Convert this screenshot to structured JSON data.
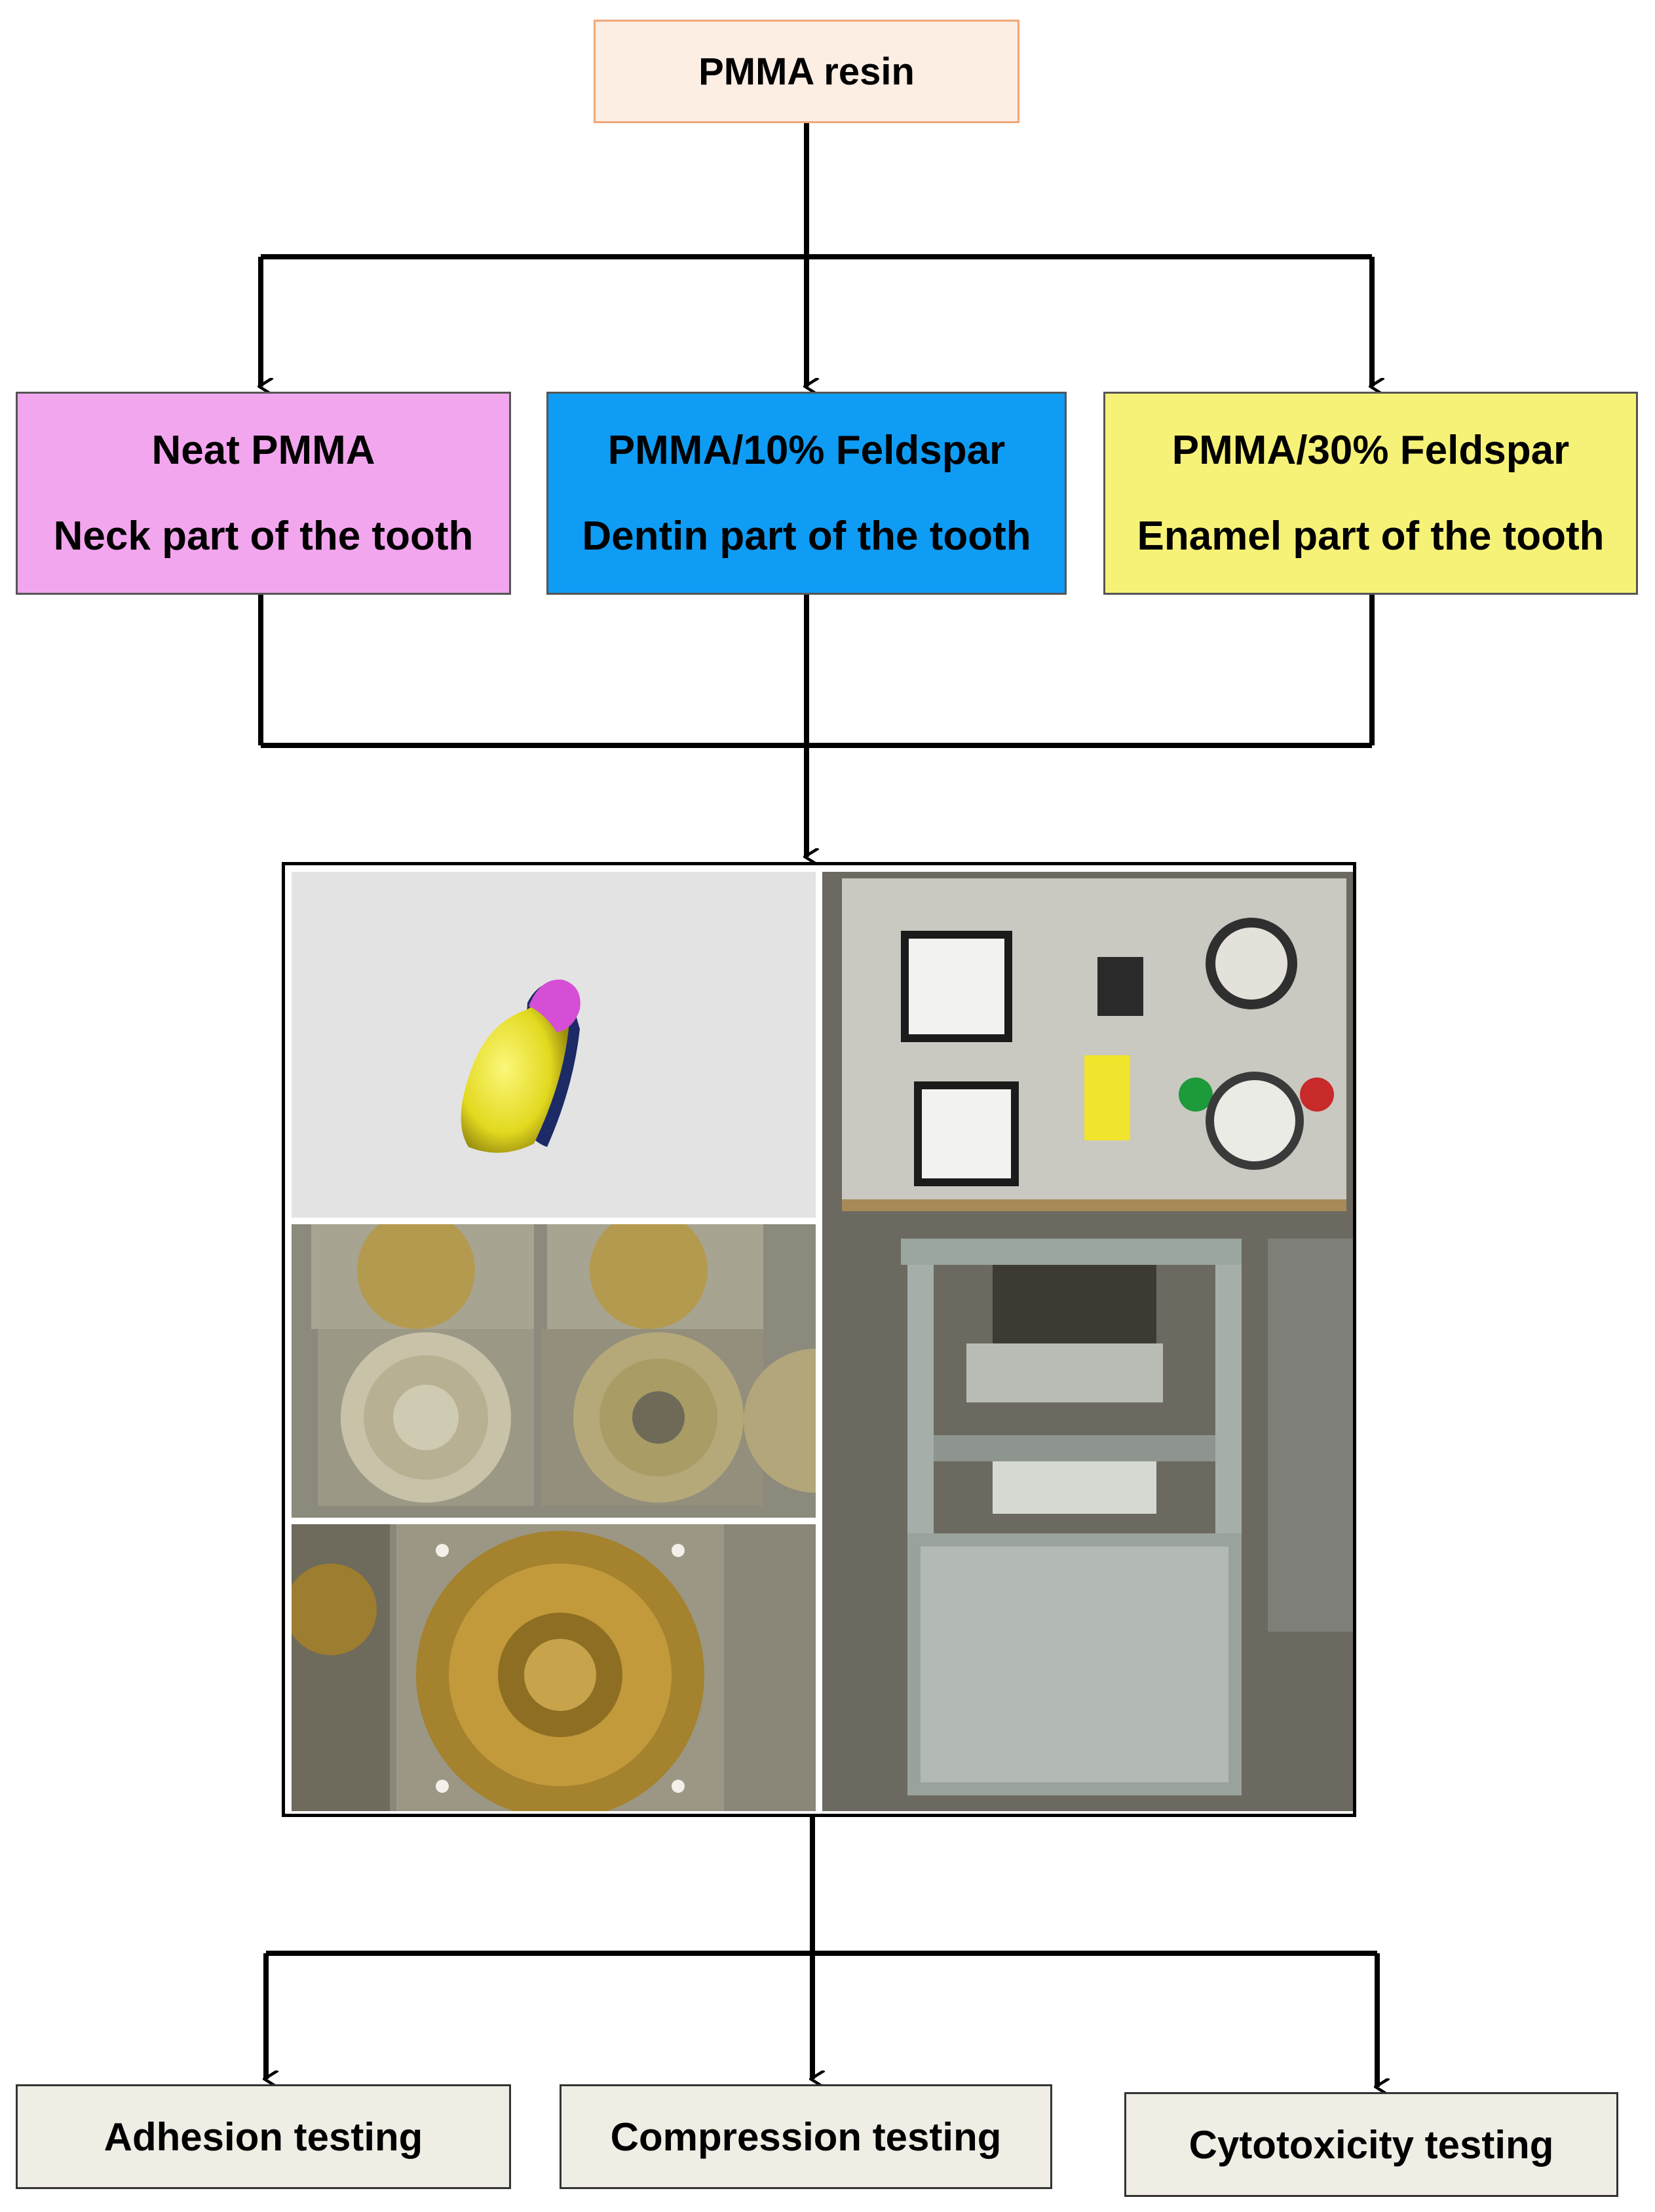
{
  "top": {
    "label": "PMMA resin"
  },
  "materials": [
    {
      "name": "Neat PMMA",
      "part": "Neck part of the tooth",
      "color": "#f2a6ee"
    },
    {
      "name": "PMMA/10% Feldspar",
      "part": "Dentin part of the tooth",
      "color": "#0f9cf4"
    },
    {
      "name": "PMMA/30% Feldspar",
      "part": "Enamel part of the tooth",
      "color": "#f6f277"
    }
  ],
  "tests": [
    {
      "label": "Adhesion testing"
    },
    {
      "label": "Compression testing"
    },
    {
      "label": "Cytotoxicity testing"
    }
  ],
  "photos": {
    "render_icon": "tooth-3d-render",
    "molds_icon": "tooth-molds-photo",
    "closeup_icon": "mold-closeup-photo",
    "press_icon": "hydraulic-press-photo"
  }
}
